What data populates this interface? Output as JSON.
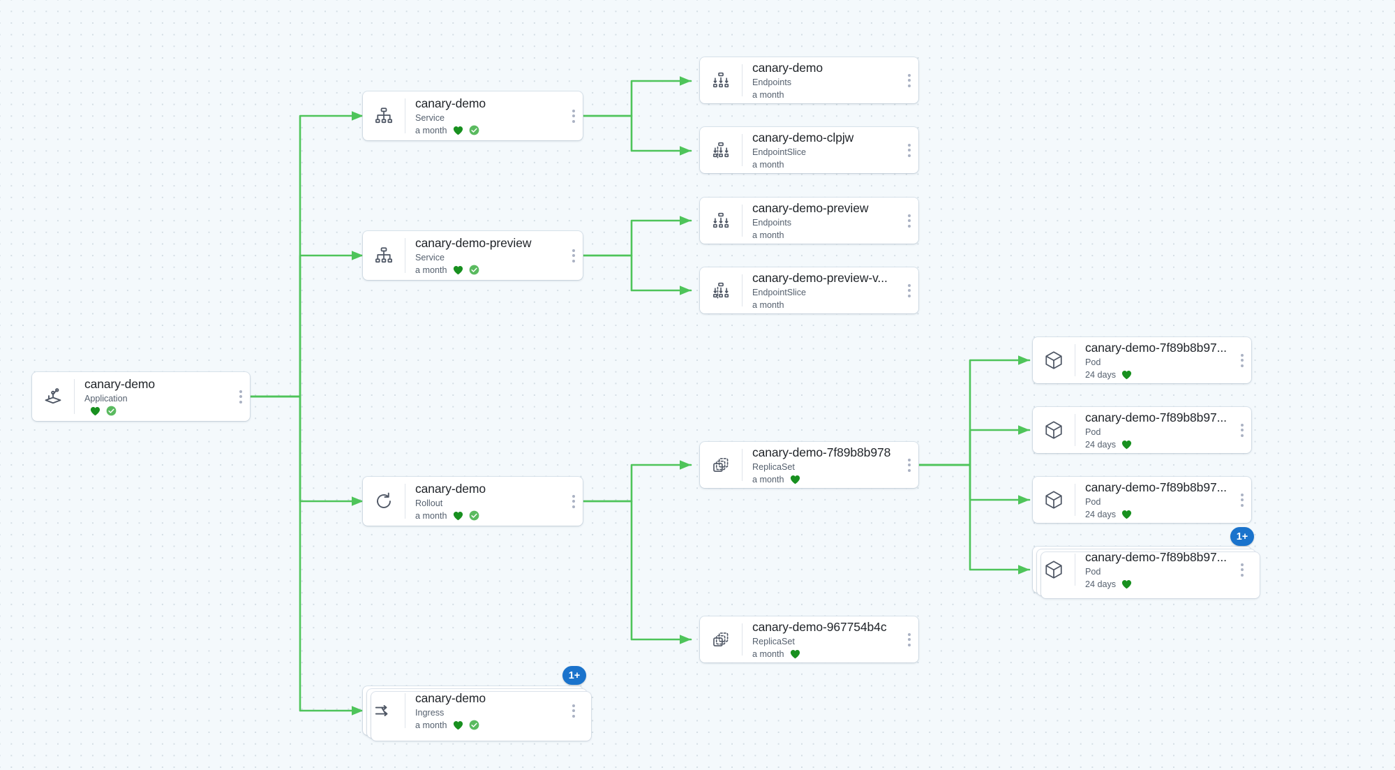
{
  "canvas": {
    "background_color": "#f4f9fc",
    "dot_color": "#d3dde4",
    "edge_color": "#4ec45a",
    "badge_color": "#1a73cc",
    "heart_color": "#18901f",
    "sync_color": "#5aba5f"
  },
  "nodes": [
    {
      "id": "app-canary-demo",
      "name": "canary-demo",
      "kind": "Application",
      "age": "",
      "icon": "argo-application-icon",
      "health": "healthy-heart-icon",
      "sync": "synced-check-icon",
      "badge": null
    },
    {
      "id": "svc-canary-demo",
      "name": "canary-demo",
      "kind": "Service",
      "age": "a month",
      "icon": "service-icon",
      "health": "healthy-heart-icon",
      "sync": "synced-check-icon",
      "badge": null
    },
    {
      "id": "svc-canary-demo-preview",
      "name": "canary-demo-preview",
      "kind": "Service",
      "age": "a month",
      "icon": "service-icon",
      "health": "healthy-heart-icon",
      "sync": "synced-check-icon",
      "badge": null
    },
    {
      "id": "rollout-canary-demo",
      "name": "canary-demo",
      "kind": "Rollout",
      "age": "a month",
      "icon": "rollout-icon",
      "health": "healthy-heart-icon",
      "sync": "synced-check-icon",
      "badge": null
    },
    {
      "id": "ingress-canary-demo",
      "name": "canary-demo",
      "kind": "Ingress",
      "age": "a month",
      "icon": "ingress-icon",
      "health": "healthy-heart-icon",
      "sync": "synced-check-icon",
      "badge": "1+"
    },
    {
      "id": "ep-canary-demo",
      "name": "canary-demo",
      "kind": "Endpoints",
      "age": "a month",
      "icon": "endpoints-icon",
      "health": null,
      "sync": null,
      "badge": null
    },
    {
      "id": "eps-canary-demo-clpjw",
      "name": "canary-demo-clpjw",
      "kind": "EndpointSlice",
      "age": "a month",
      "icon": "endpointslice-icon",
      "health": null,
      "sync": null,
      "badge": null
    },
    {
      "id": "ep-canary-demo-preview",
      "name": "canary-demo-preview",
      "kind": "Endpoints",
      "age": "a month",
      "icon": "endpoints-icon",
      "health": null,
      "sync": null,
      "badge": null
    },
    {
      "id": "eps-canary-demo-preview-v",
      "name": "canary-demo-preview-v...",
      "kind": "EndpointSlice",
      "age": "a month",
      "icon": "endpointslice-icon",
      "health": null,
      "sync": null,
      "badge": null
    },
    {
      "id": "rs-7f89b8b978",
      "name": "canary-demo-7f89b8b978",
      "kind": "ReplicaSet",
      "age": "a month",
      "icon": "replicaset-icon",
      "health": "healthy-heart-icon",
      "sync": null,
      "badge": null
    },
    {
      "id": "rs-967754b4c",
      "name": "canary-demo-967754b4c",
      "kind": "ReplicaSet",
      "age": "a month",
      "icon": "replicaset-icon",
      "health": "healthy-heart-icon",
      "sync": null,
      "badge": null
    },
    {
      "id": "pod-1",
      "name": "canary-demo-7f89b8b97...",
      "kind": "Pod",
      "age": "24 days",
      "icon": "pod-icon",
      "health": "healthy-heart-icon",
      "sync": null,
      "badge": null
    },
    {
      "id": "pod-2",
      "name": "canary-demo-7f89b8b97...",
      "kind": "Pod",
      "age": "24 days",
      "icon": "pod-icon",
      "health": "healthy-heart-icon",
      "sync": null,
      "badge": null
    },
    {
      "id": "pod-3",
      "name": "canary-demo-7f89b8b97...",
      "kind": "Pod",
      "age": "24 days",
      "icon": "pod-icon",
      "health": "healthy-heart-icon",
      "sync": null,
      "badge": null
    },
    {
      "id": "pod-4",
      "name": "canary-demo-7f89b8b97...",
      "kind": "Pod",
      "age": "24 days",
      "icon": "pod-icon",
      "health": "healthy-heart-icon",
      "sync": null,
      "badge": "1+"
    }
  ]
}
